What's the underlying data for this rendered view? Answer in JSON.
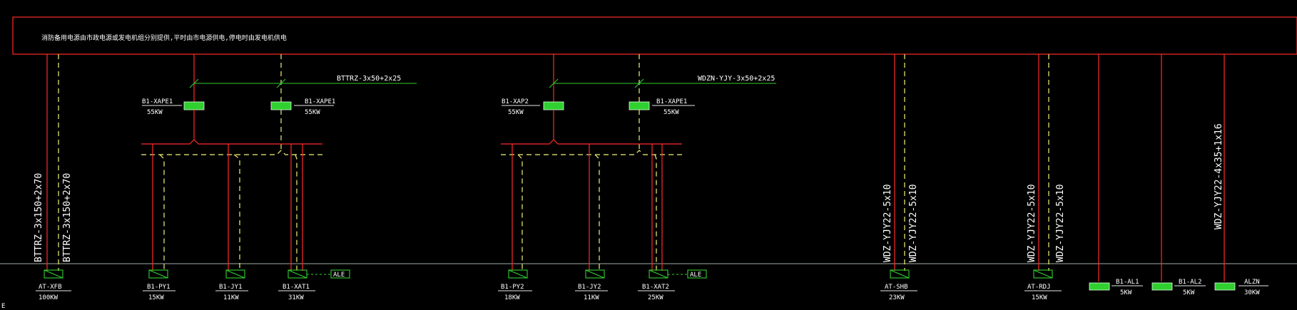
{
  "header_note": "消防备用电源由市政电源或发电机组分别提供,平时由市电源供电,停电时由发电机供电",
  "trunk_cables": [
    {
      "text": "BTTRZ-3x150+2x70"
    },
    {
      "text": "BTTRZ-3x150+2x70"
    },
    {
      "text": "WDZ-YJY22-5x10"
    },
    {
      "text": "WDZ-YJY22-5x10"
    },
    {
      "text": "WDZ-YJY22-5x10"
    },
    {
      "text": "WDZ-YJY22-5x10"
    },
    {
      "text": "WDZ-YJY22-4x35+1x16"
    }
  ],
  "branch_cables": [
    {
      "text": "BTTRZ-3x50+2x25"
    },
    {
      "text": "WDZN-YJY-3x50+2x25"
    }
  ],
  "pump_boxes": [
    {
      "name": "B1-XAPE1",
      "power": "55KW"
    },
    {
      "name": "B1-XAPE1",
      "power": "55KW"
    },
    {
      "name": "B1-XAP2",
      "power": "55KW"
    },
    {
      "name": "B1-XAPE1",
      "power": "55KW"
    }
  ],
  "bottom_boxes": [
    {
      "name": "AT-XFB",
      "power": "100KW"
    },
    {
      "name": "B1-PY1",
      "power": "15KW"
    },
    {
      "name": "B1-JY1",
      "power": "11KW"
    },
    {
      "name": "B1-XAT1",
      "power": "31KW"
    },
    {
      "name": "B1-PY2",
      "power": "18KW"
    },
    {
      "name": "B1-JY2",
      "power": "11KW"
    },
    {
      "name": "B1-XAT2",
      "power": "25KW"
    },
    {
      "name": "AT-SHB",
      "power": "23KW"
    },
    {
      "name": "AT-RDJ",
      "power": "15KW"
    },
    {
      "name": "B1-AL1",
      "power": "5KW"
    },
    {
      "name": "B1-AL2",
      "power": "5KW"
    },
    {
      "name": "ALZN",
      "power": "30KW"
    }
  ],
  "ale_tags": [
    "ALE",
    "ALE"
  ],
  "corner_mark": "E"
}
